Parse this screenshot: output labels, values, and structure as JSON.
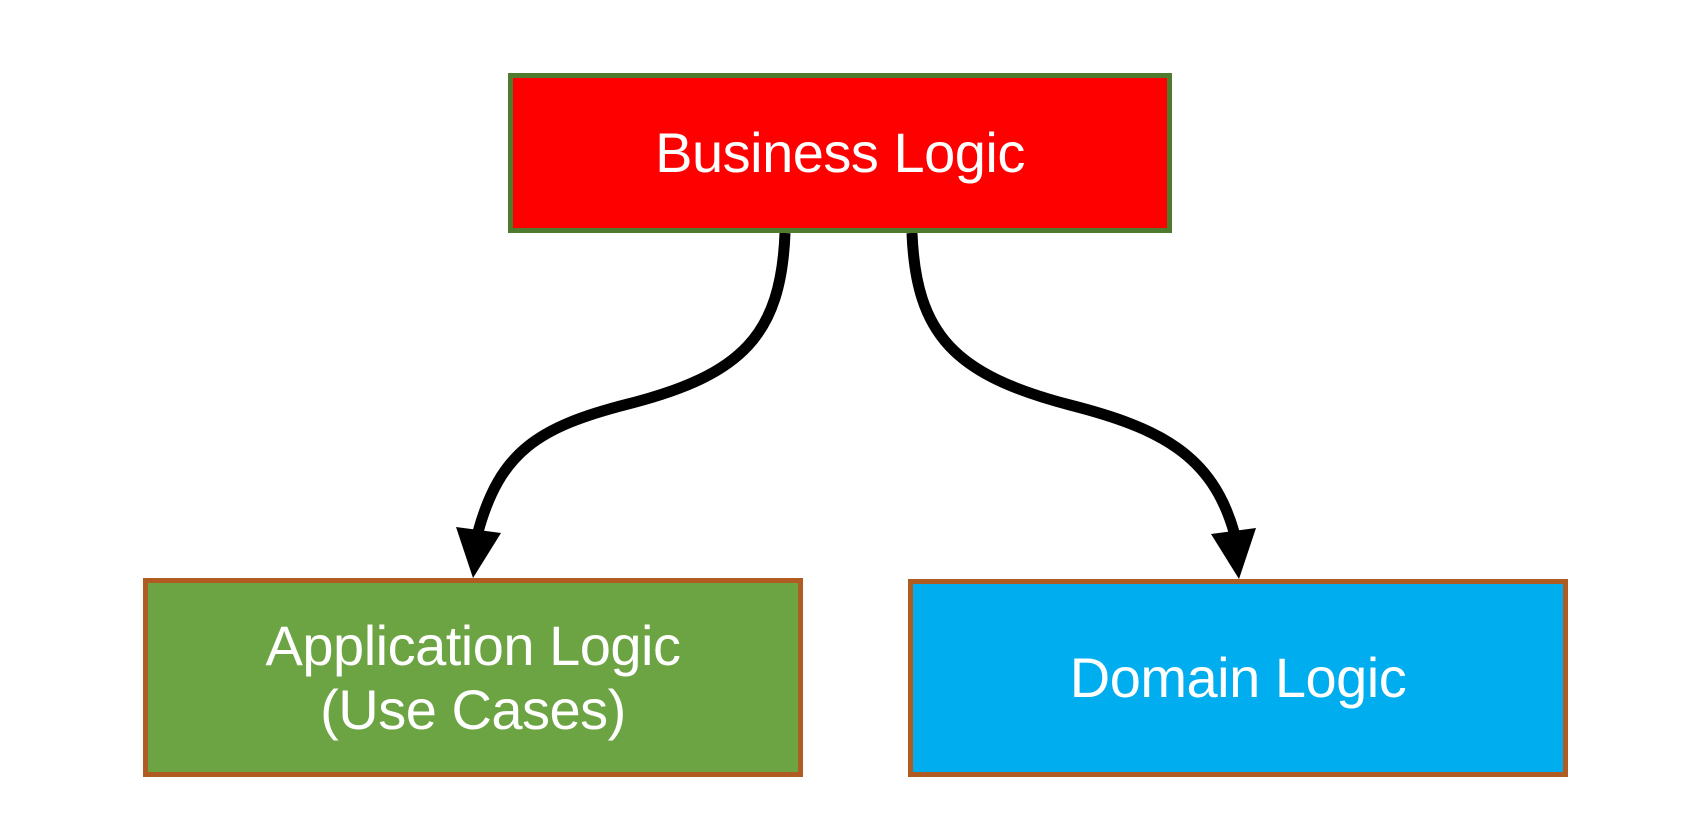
{
  "diagram": {
    "background_color": "#FFFFFF",
    "connector_color": "#000000",
    "nodes": [
      {
        "id": "business-logic",
        "label": "Business Logic",
        "fill_color": "#FF0000",
        "border_color": "#4F7B2F",
        "text_color": "#FFFFFF"
      },
      {
        "id": "application-logic",
        "label": "Application Logic",
        "label_line2": "(Use Cases)",
        "fill_color": "#6DA443",
        "border_color": "#AF5B21",
        "text_color": "#FFFFFF"
      },
      {
        "id": "domain-logic",
        "label": "Domain Logic",
        "fill_color": "#00AEEF",
        "border_color": "#AF5B21",
        "text_color": "#FFFFFF"
      }
    ],
    "connectors": [
      {
        "from": "business-logic",
        "to": "application-logic"
      },
      {
        "from": "business-logic",
        "to": "domain-logic"
      }
    ]
  }
}
